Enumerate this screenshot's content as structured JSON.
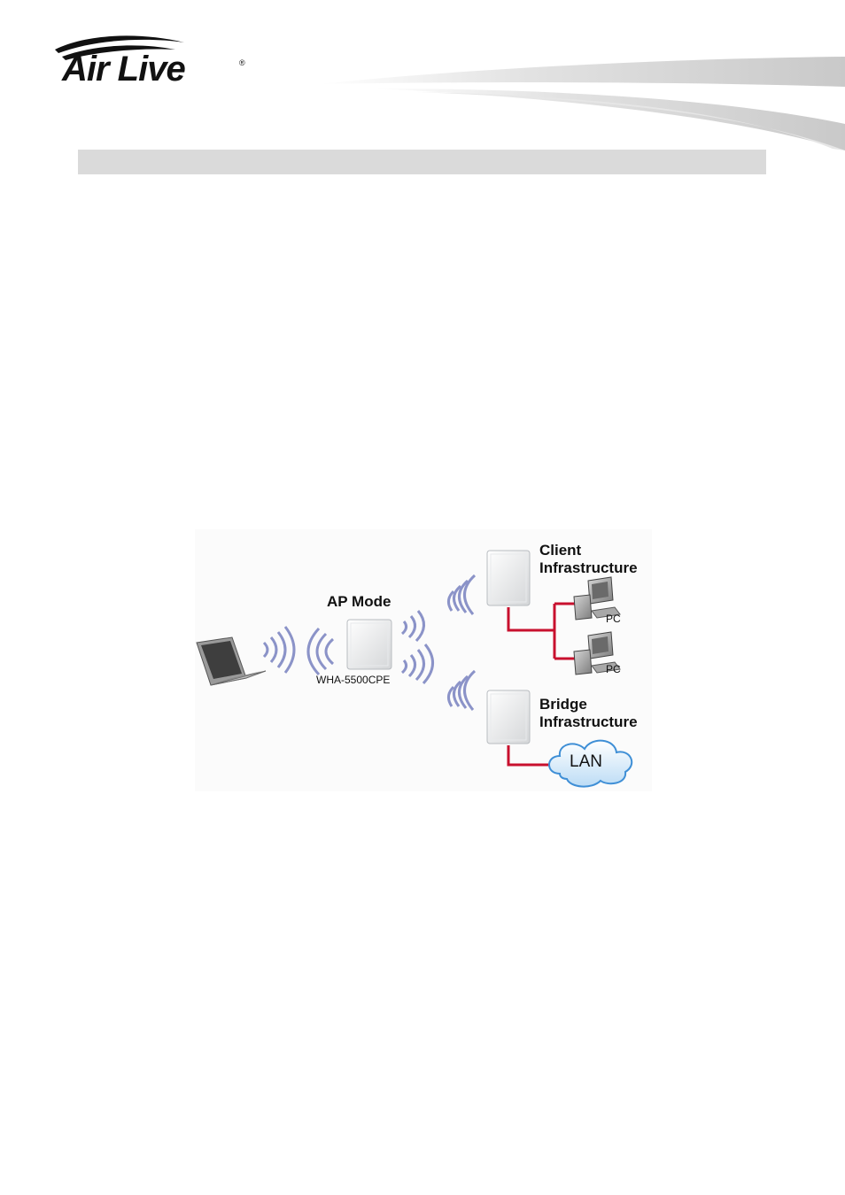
{
  "logo": {
    "text": "Air Live",
    "reg_mark": "®"
  },
  "section_bar": {
    "title": ""
  },
  "diagram": {
    "ap_label": "AP Mode",
    "ap_model": "WHA-5500CPE",
    "client_label_1": "Client",
    "client_label_2": "Infrastructure",
    "bridge_label_1": "Bridge",
    "bridge_label_2": "Infrastructure",
    "pc_1": "PC",
    "pc_2": "PC",
    "lan": "LAN",
    "colors": {
      "cable": "#c8102e",
      "signal": "#8b93c8",
      "cloud": "#cfe6f8"
    }
  }
}
